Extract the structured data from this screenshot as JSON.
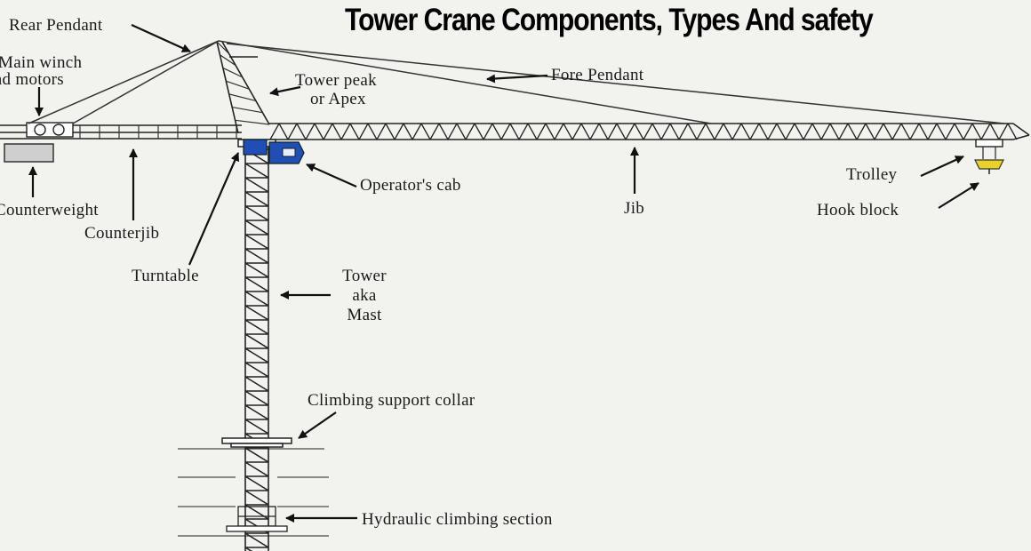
{
  "title": "Tower Crane Components, Types And safety",
  "labels": {
    "rear_pendant": "Rear Pendant",
    "main_winch_line1": "Main winch",
    "main_winch_line2": "and motors",
    "tower_peak_line1": "Tower peak",
    "tower_peak_line2": "or Apex",
    "fore_pendant": "Fore Pendant",
    "operators_cab": "Operator's cab",
    "jib": "Jib",
    "trolley": "Trolley",
    "hook_block": "Hook block",
    "counterweight": "Counterweight",
    "counterjib": "Counterjib",
    "turntable": "Turntable",
    "tower_line1": "Tower",
    "tower_line2": "aka",
    "tower_line3": "Mast",
    "climbing_collar": "Climbing support collar",
    "hydraulic_section": "Hydraulic climbing section"
  },
  "colors": {
    "cab": "#1f4fb4",
    "hook_block": "#e8d22a",
    "ink": "#1a1a1a"
  }
}
